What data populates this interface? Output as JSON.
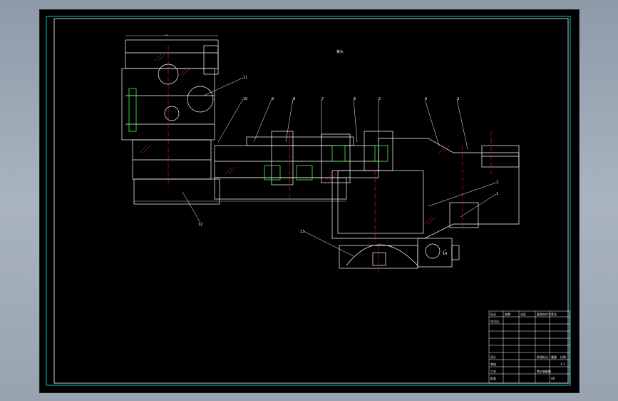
{
  "drawing": {
    "frame_color": "#00c8c8",
    "line_color": "#ffffff",
    "centerline_color": "#ff2020",
    "dim_color": "#40ff40",
    "hatch_color": "#ff4040",
    "top_label": "铣头",
    "scale_label": "1:1",
    "callouts": [
      "11",
      "10",
      "9",
      "8",
      "7",
      "6",
      "5",
      "4",
      "3",
      "2",
      "1",
      "12",
      "13",
      "14"
    ],
    "title_block": {
      "drawing_name": "铣头装配图",
      "sheet_no": "A0",
      "fields": [
        "标记",
        "处数",
        "分区",
        "更改文件号",
        "签名",
        "年月日",
        "设计",
        "审核",
        "工艺",
        "批准",
        "阶段标记",
        "重量",
        "比例"
      ]
    }
  }
}
